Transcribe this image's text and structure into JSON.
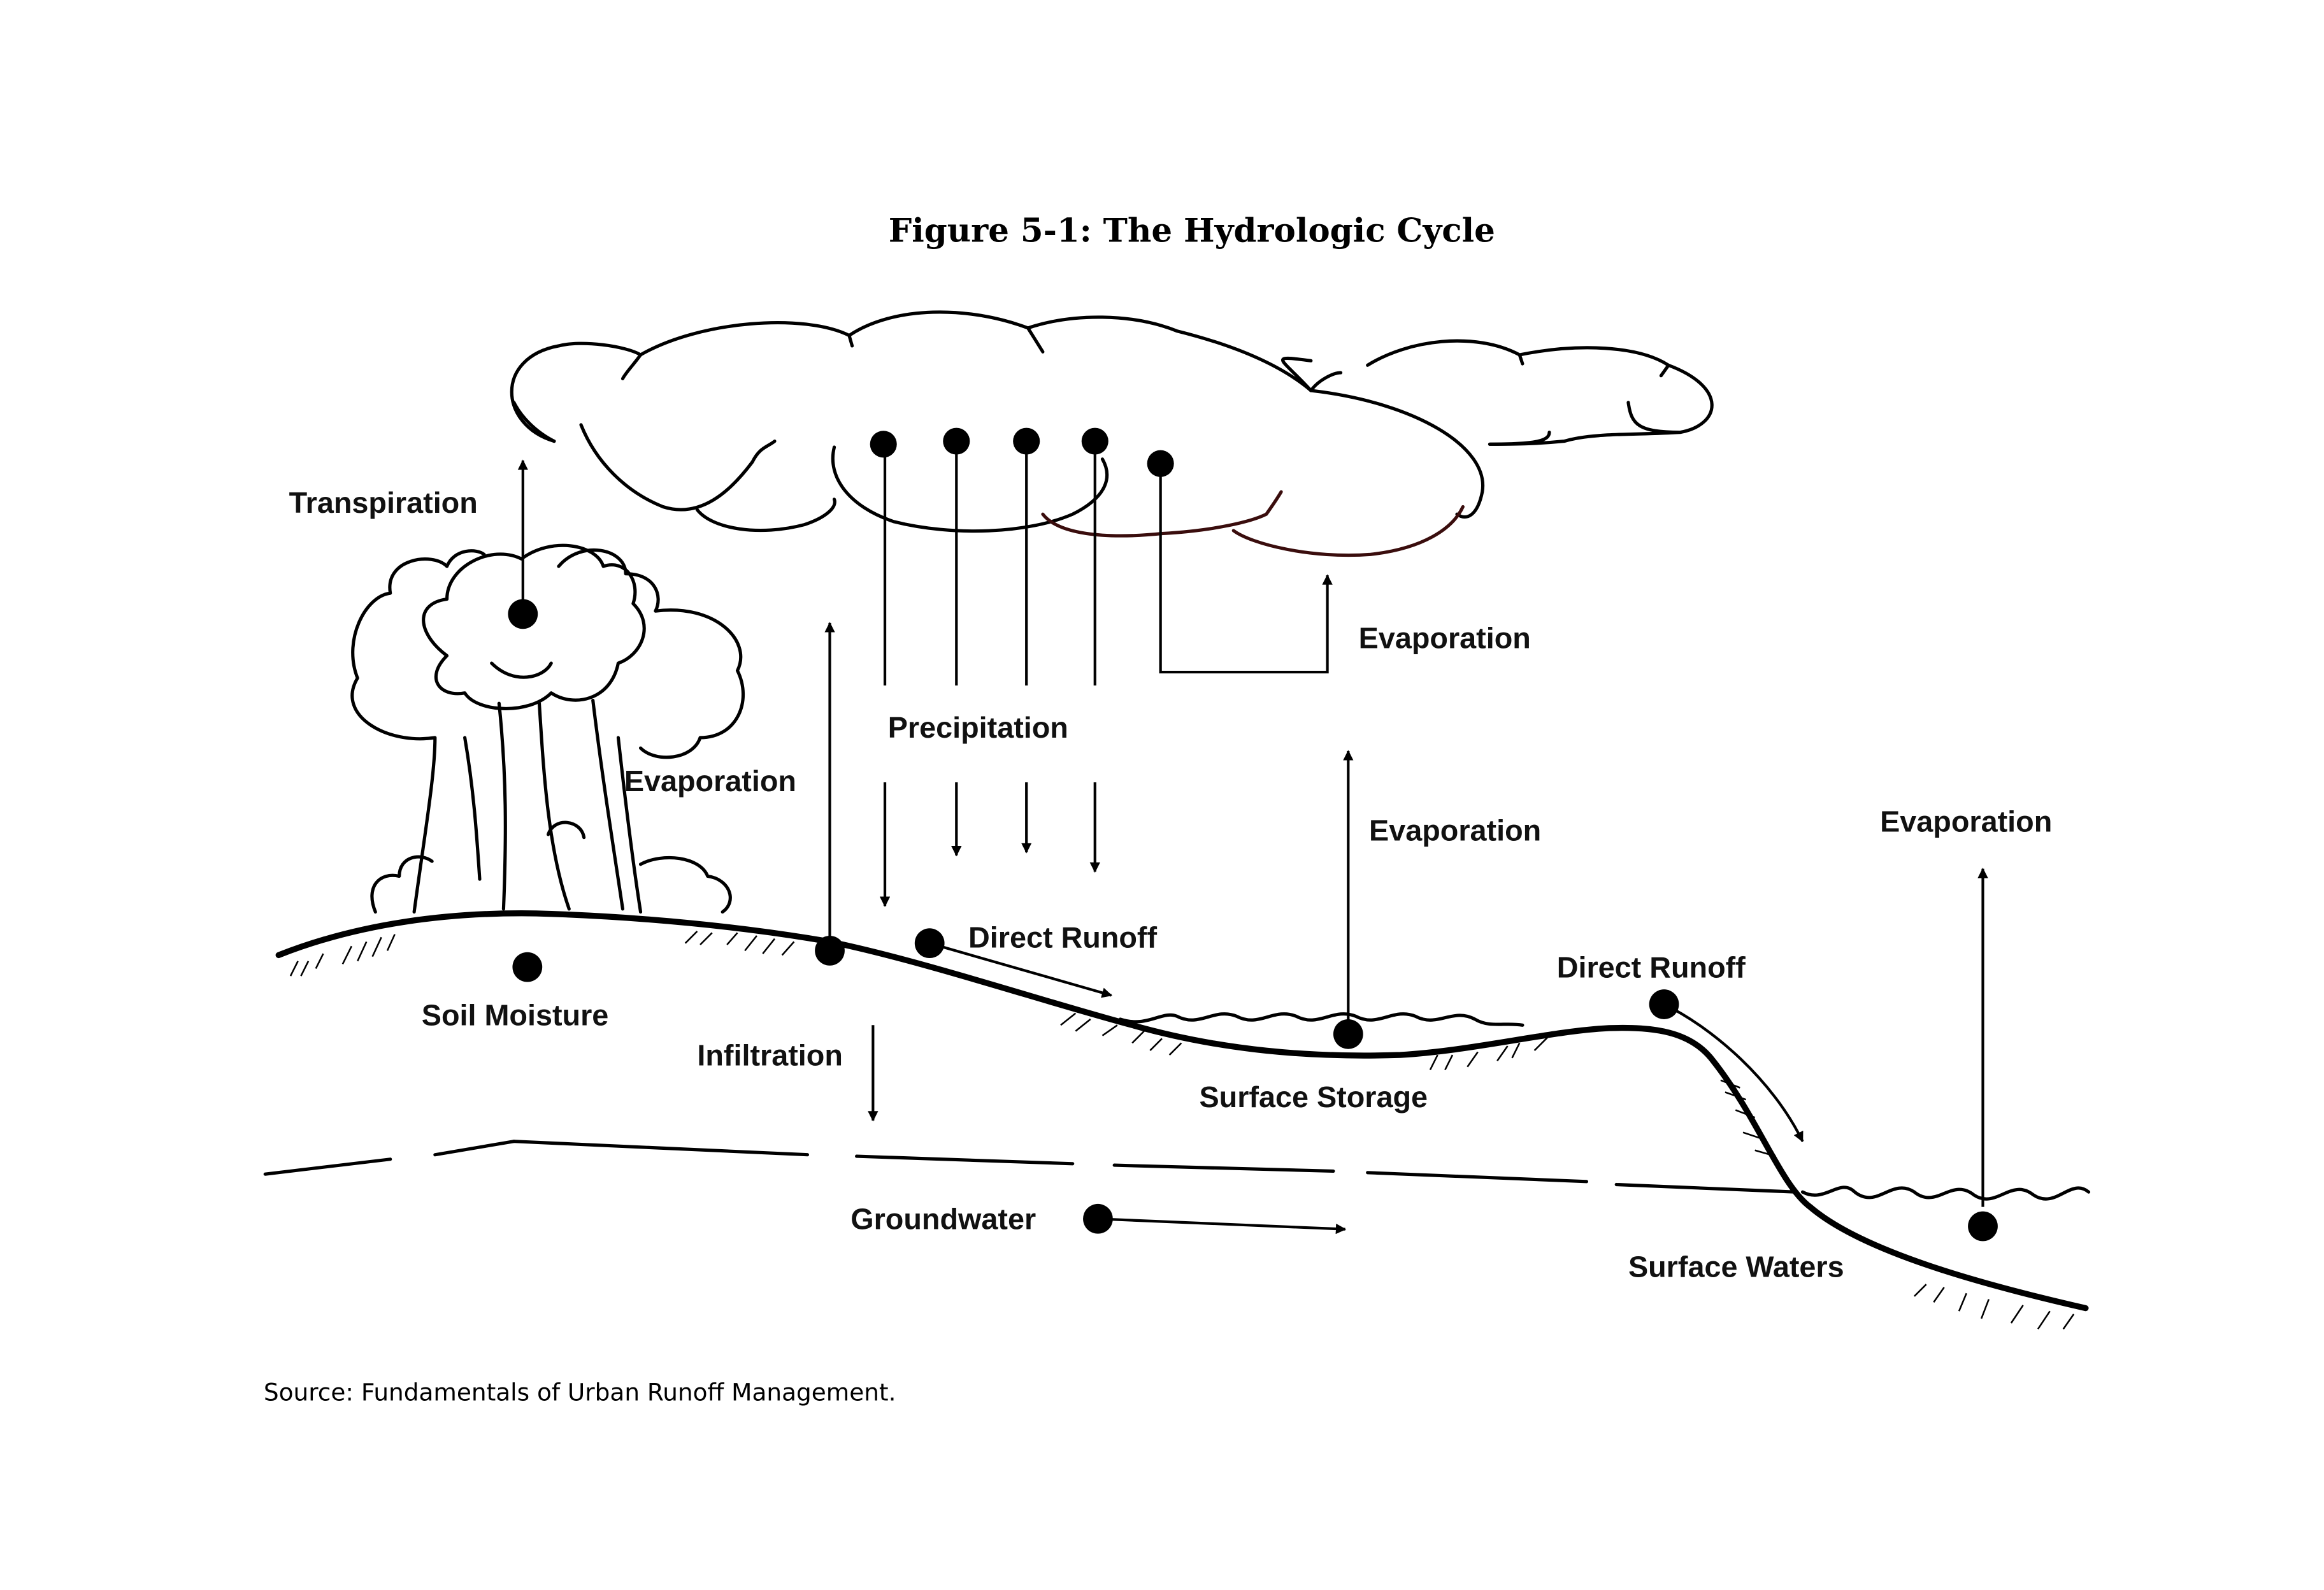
{
  "figure": {
    "title": "Figure 5-1: The Hydrologic Cycle",
    "source": "Source: Fundamentals of Urban Runoff Management."
  },
  "labels": {
    "transpiration": "Transpiration",
    "evaporation_cloud": "Evaporation",
    "evaporation_ground": "Evaporation",
    "precipitation": "Precipitation",
    "evaporation_storage": "Evaporation",
    "evaporation_waters": "Evaporation",
    "direct_runoff_1": "Direct Runoff",
    "direct_runoff_2": "Direct Runoff",
    "soil_moisture": "Soil Moisture",
    "infiltration": "Infiltration",
    "surface_storage": "Surface Storage",
    "groundwater": "Groundwater",
    "surface_waters": "Surface Waters"
  },
  "colors": {
    "line": "#000000",
    "cloud_underside": "#3a0d0d",
    "background": "#ffffff"
  }
}
